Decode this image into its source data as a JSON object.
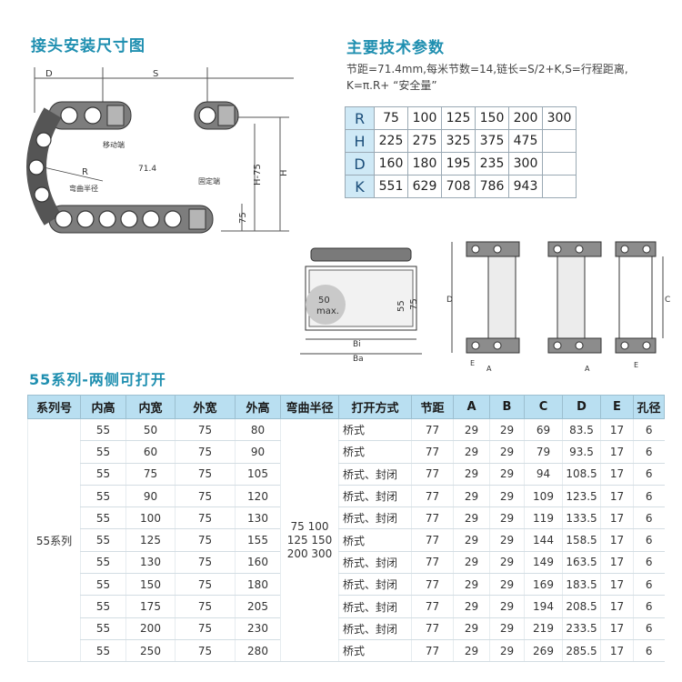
{
  "install": {
    "title": "接头安装尺寸图"
  },
  "install_drawing": {
    "D": "D",
    "S": "S",
    "R": "R",
    "bend_radius_label": "弯曲半径",
    "moving_end_label": "移动端",
    "fixed_end_label": "固定端",
    "pitch_label": "71.4",
    "h75_label": "75",
    "h_minus_75_label": "H-75",
    "h_label": "H"
  },
  "params": {
    "title": "主要技术参数",
    "note_line1": "节距=71.4mm,每米节数=14,链长=S/2+K,S=行程距离,",
    "note_line2": "K=π.R+ “安全量”",
    "rows": [
      {
        "key": "R",
        "values": [
          "75",
          "100",
          "125",
          "150",
          "200",
          "300"
        ]
      },
      {
        "key": "H",
        "values": [
          "225",
          "275",
          "325",
          "375",
          "475",
          ""
        ]
      },
      {
        "key": "D",
        "values": [
          "160",
          "180",
          "195",
          "235",
          "300",
          ""
        ]
      },
      {
        "key": "K",
        "values": [
          "551",
          "629",
          "708",
          "786",
          "943",
          ""
        ]
      }
    ]
  },
  "section_drawing": {
    "max_label_1": "50",
    "max_label_2": "max.",
    "dim_55": "55",
    "dim_75": "75",
    "bi": "Bi",
    "ba": "Ba"
  },
  "side_drawing": {
    "D": "D",
    "E": "E",
    "A": "A",
    "A2": "A",
    "C": "C",
    "E2": "E"
  },
  "series": {
    "title": "55系列-两侧可打开",
    "headers": [
      "系列号",
      "内高",
      "内宽",
      "外宽",
      "外高",
      "弯曲半径",
      "打开方式",
      "节距",
      "A",
      "B",
      "C",
      "D",
      "E",
      "孔径"
    ],
    "series_name": "55系列",
    "radius_lines": [
      "75 100",
      "125 150",
      "200 300"
    ],
    "rows": [
      [
        "55",
        "50",
        "75",
        "80",
        "桥式",
        "77",
        "29",
        "29",
        "69",
        "83.5",
        "17",
        "6"
      ],
      [
        "55",
        "60",
        "75",
        "90",
        "桥式",
        "77",
        "29",
        "29",
        "79",
        "93.5",
        "17",
        "6"
      ],
      [
        "55",
        "75",
        "75",
        "105",
        "桥式、封闭",
        "77",
        "29",
        "29",
        "94",
        "108.5",
        "17",
        "6"
      ],
      [
        "55",
        "90",
        "75",
        "120",
        "桥式、封闭",
        "77",
        "29",
        "29",
        "109",
        "123.5",
        "17",
        "6"
      ],
      [
        "55",
        "100",
        "75",
        "130",
        "桥式、封闭",
        "77",
        "29",
        "29",
        "119",
        "133.5",
        "17",
        "6"
      ],
      [
        "55",
        "125",
        "75",
        "155",
        "桥式",
        "77",
        "29",
        "29",
        "144",
        "158.5",
        "17",
        "6"
      ],
      [
        "55",
        "130",
        "75",
        "160",
        "桥式、封闭",
        "77",
        "29",
        "29",
        "149",
        "163.5",
        "17",
        "6"
      ],
      [
        "55",
        "150",
        "75",
        "180",
        "桥式、封闭",
        "77",
        "29",
        "29",
        "169",
        "183.5",
        "17",
        "6"
      ],
      [
        "55",
        "175",
        "75",
        "205",
        "桥式、封闭",
        "77",
        "29",
        "29",
        "194",
        "208.5",
        "17",
        "6"
      ],
      [
        "55",
        "200",
        "75",
        "230",
        "桥式、封闭",
        "77",
        "29",
        "29",
        "219",
        "233.5",
        "17",
        "6"
      ],
      [
        "55",
        "250",
        "75",
        "280",
        "桥式",
        "77",
        "29",
        "29",
        "269",
        "285.5",
        "17",
        "6"
      ]
    ]
  }
}
